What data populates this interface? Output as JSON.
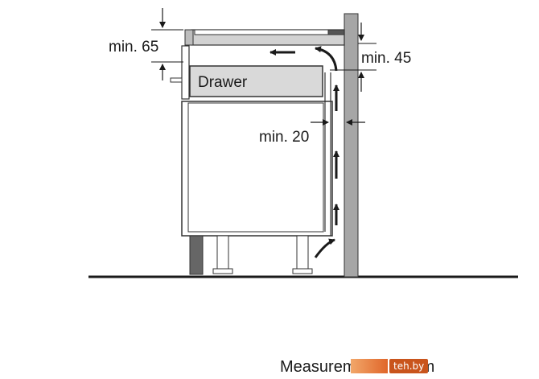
{
  "labels": {
    "min_top": "min. 65",
    "min_right": "min. 45",
    "min_gap": "min. 20",
    "drawer": "Drawer",
    "caption": "Measurements in mm"
  },
  "watermark": {
    "text": "teh.by"
  },
  "colors": {
    "wall": "#a6a6a6",
    "drawer_fill": "#d9d9d9",
    "countertop": "#c9c9c9",
    "hob": "#555555",
    "line": "#1a1a1a"
  }
}
